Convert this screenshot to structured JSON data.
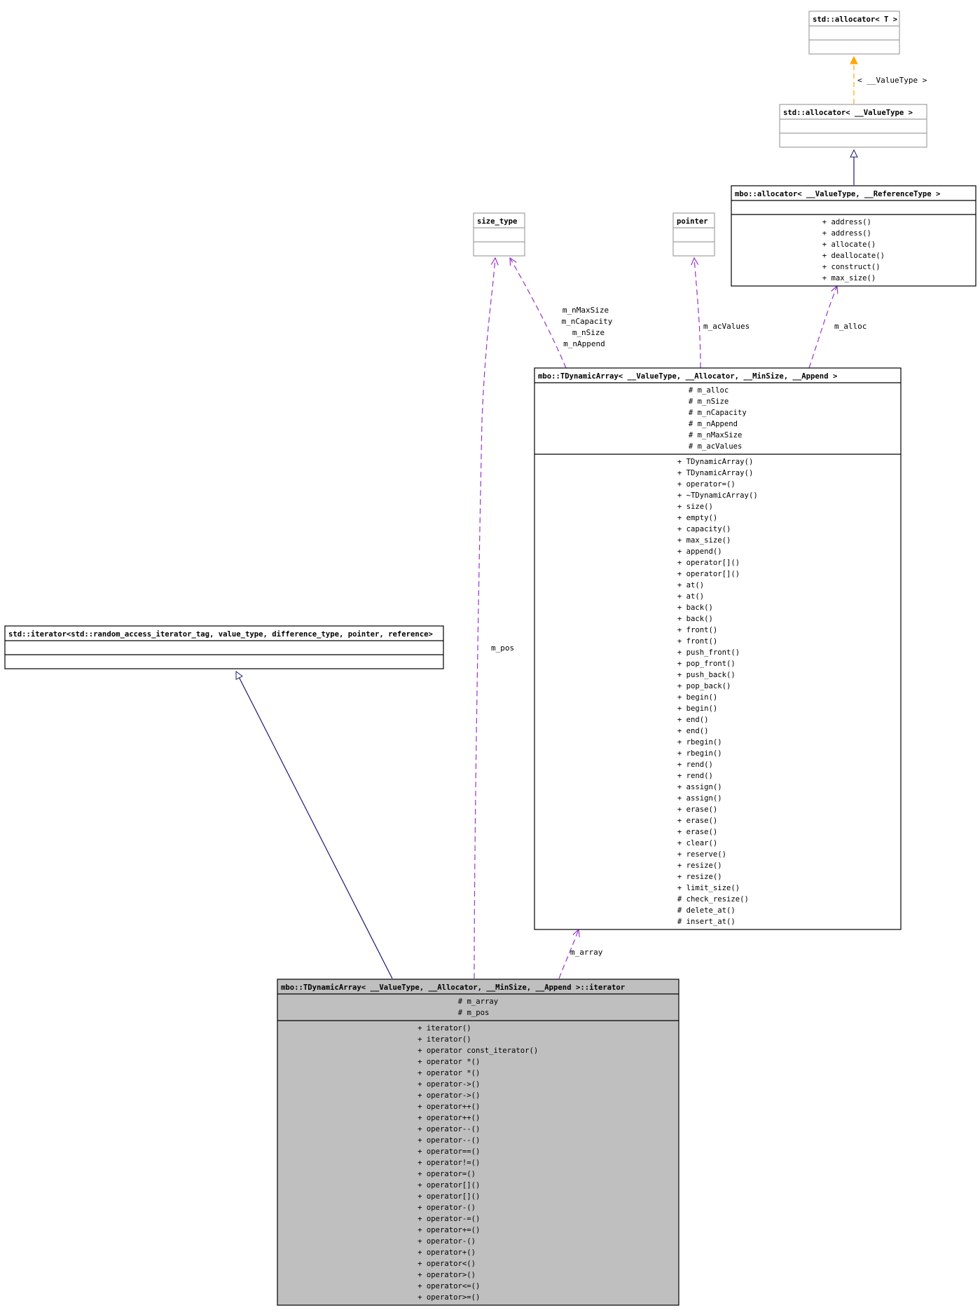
{
  "colors": {
    "inheritance": "#191970",
    "usage": "#9a32cd",
    "template": "#ffa500",
    "focus_fill": "#bfbfbf",
    "border_black": "#000000",
    "border_gray": "#a0a0a0"
  },
  "classes": {
    "allocator_t": {
      "title": "std::allocator< T >",
      "attributes": [],
      "methods": []
    },
    "allocator_valuetype": {
      "title": "std::allocator< __ValueType >",
      "attributes": [],
      "methods": []
    },
    "mbo_allocator": {
      "title": "mbo::allocator< __ValueType, __ReferenceType >",
      "attributes": [],
      "methods": [
        "+ address()",
        "+ address()",
        "+ allocate()",
        "+ deallocate()",
        "+ construct()",
        "+ max_size()"
      ]
    },
    "size_type": {
      "title": "size_type",
      "attributes": [],
      "methods": []
    },
    "pointer": {
      "title": "pointer",
      "attributes": [],
      "methods": []
    },
    "tdynamicarray": {
      "title": "mbo::TDynamicArray< __ValueType, __Allocator, __MinSize, __Append >",
      "attributes": [
        "# m_alloc",
        "# m_nSize",
        "# m_nCapacity",
        "# m_nAppend",
        "# m_nMaxSize",
        "# m_acValues"
      ],
      "methods": [
        "+ TDynamicArray()",
        "+ TDynamicArray()",
        "+ operator=()",
        "+ ~TDynamicArray()",
        "+ size()",
        "+ empty()",
        "+ capacity()",
        "+ max_size()",
        "+ append()",
        "+ operator[]()",
        "+ operator[]()",
        "+ at()",
        "+ at()",
        "+ back()",
        "+ back()",
        "+ front()",
        "+ front()",
        "+ push_front()",
        "+ pop_front()",
        "+ push_back()",
        "+ pop_back()",
        "+ begin()",
        "+ begin()",
        "+ end()",
        "+ end()",
        "+ rbegin()",
        "+ rbegin()",
        "+ rend()",
        "+ rend()",
        "+ assign()",
        "+ assign()",
        "+ erase()",
        "+ erase()",
        "+ erase()",
        "+ clear()",
        "+ reserve()",
        "+ resize()",
        "+ resize()",
        "+ limit_size()",
        "# check_resize()",
        "# delete_at()",
        "# insert_at()"
      ]
    },
    "std_iterator": {
      "title": "std::iterator<std::random_access_iterator_tag, value_type, difference_type, pointer, reference>",
      "attributes": [],
      "methods": []
    },
    "iterator": {
      "title": "mbo::TDynamicArray< __ValueType, __Allocator, __MinSize, __Append >::iterator",
      "attributes": [
        "# m_array",
        "# m_pos"
      ],
      "methods": [
        "+ iterator()",
        "+ iterator()",
        "+ operator const_iterator()",
        "+ operator *()",
        "+ operator *()",
        "+ operator->()",
        "+ operator->()",
        "+ operator++()",
        "+ operator++()",
        "+ operator--()",
        "+ operator--()",
        "+ operator==()",
        "+ operator!=()",
        "+ operator=()",
        "+ operator[]()",
        "+ operator[]()",
        "+ operator-()",
        "+ operator-=()",
        "+ operator+=()",
        "+ operator-()",
        "+ operator+()",
        "+ operator<()",
        "+ operator>()",
        "+ operator<=()",
        "+ operator>=()"
      ]
    }
  },
  "edge_labels": {
    "template_arg": "< __ValueType >",
    "size_members": [
      "m_nMaxSize",
      "m_nCapacity",
      "m_nSize",
      "m_nAppend"
    ],
    "ac_values": "m_acValues",
    "alloc": "m_alloc",
    "pos": "m_pos",
    "array": "m_array"
  }
}
